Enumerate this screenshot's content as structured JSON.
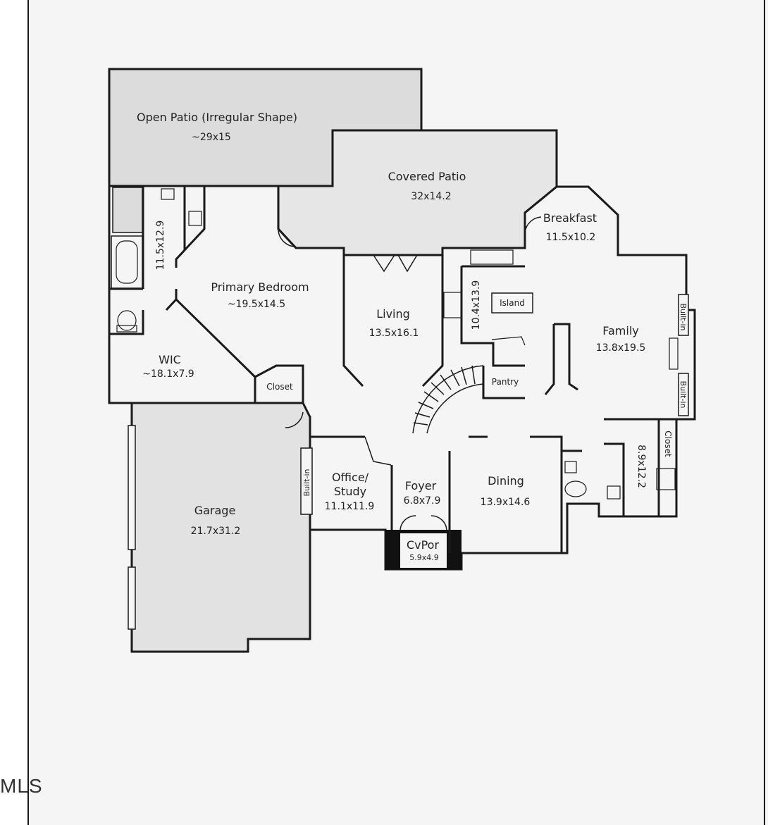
{
  "watermark": "MLS",
  "colors": {
    "background": "#f5f5f5",
    "patio": "#dcdcdc",
    "garage": "#e2e2e2",
    "covered_patio": "#e6e6e6",
    "wall": "#1a1a1a"
  },
  "rooms": {
    "open_patio": {
      "name": "Open Patio (Irregular Shape)",
      "dim": "~29x15"
    },
    "covered_patio": {
      "name": "Covered Patio",
      "dim": "32x14.2"
    },
    "breakfast": {
      "name": "Breakfast",
      "dim": "11.5x10.2"
    },
    "primary_bath": {
      "dim": "11.5x12.9"
    },
    "primary_bedroom": {
      "name": "Primary Bedroom",
      "dim": "~19.5x14.5"
    },
    "living": {
      "name": "Living",
      "dim": "13.5x16.1"
    },
    "kitchen": {
      "dim": "10.4x13.9"
    },
    "island": {
      "name": "Island"
    },
    "family": {
      "name": "Family",
      "dim": "13.8x19.5"
    },
    "wic": {
      "name": "WIC",
      "dim": "~18.1x7.9"
    },
    "closet": {
      "name": "Closet"
    },
    "pantry": {
      "name": "Pantry"
    },
    "builtin_family_top": {
      "name": "Built-in"
    },
    "builtin_family_bottom": {
      "name": "Built-in"
    },
    "garage": {
      "name": "Garage",
      "dim": "21.7x31.2"
    },
    "builtin_office": {
      "name": "Built-in"
    },
    "office": {
      "name": "Office/\nStudy",
      "line1": "Office/",
      "line2": "Study",
      "dim": "11.1x11.9"
    },
    "foyer": {
      "name": "Foyer",
      "dim": "6.8x7.9"
    },
    "dining": {
      "name": "Dining",
      "dim": "13.9x14.6"
    },
    "cvpor": {
      "name": "CvPor",
      "dim": "5.9x4.9"
    },
    "laundry_closet": {
      "name": "Closet"
    },
    "laundry": {
      "dim": "8.9x12.2"
    }
  }
}
